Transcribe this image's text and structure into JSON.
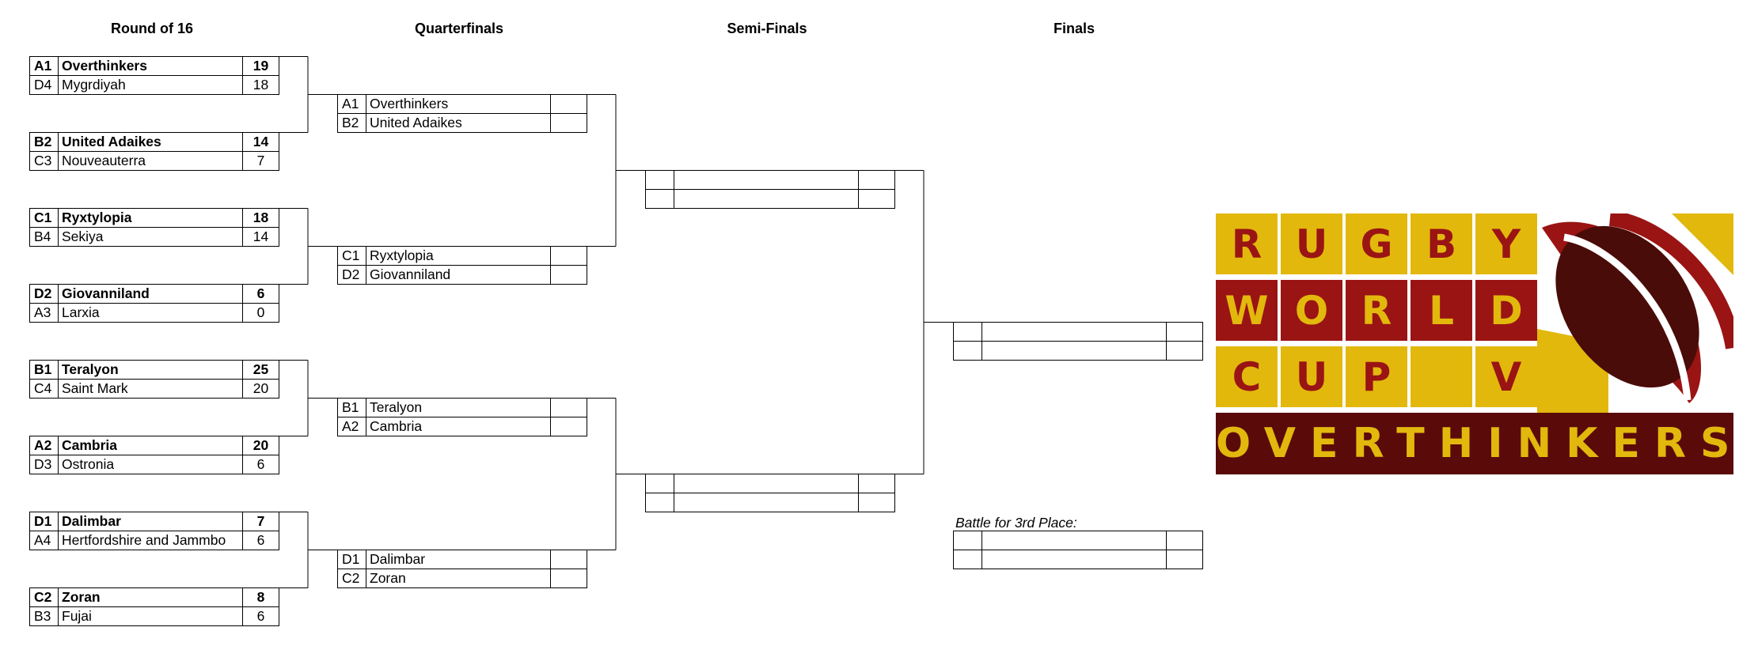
{
  "headers": {
    "r16": "Round of 16",
    "qf": "Quarterfinals",
    "sf": "Semi-Finals",
    "final": "Finals"
  },
  "round_of_16": [
    {
      "top": {
        "seed": "A1",
        "team": "Overthinkers",
        "score": "19"
      },
      "bottom": {
        "seed": "D4",
        "team": "Mygrdiyah",
        "score": "18"
      }
    },
    {
      "top": {
        "seed": "B2",
        "team": "United Adaikes",
        "score": "14"
      },
      "bottom": {
        "seed": "C3",
        "team": "Nouveauterra",
        "score": "7"
      }
    },
    {
      "top": {
        "seed": "C1",
        "team": "Ryxtylopia",
        "score": "18"
      },
      "bottom": {
        "seed": "B4",
        "team": "Sekiya",
        "score": "14"
      }
    },
    {
      "top": {
        "seed": "D2",
        "team": "Giovanniland",
        "score": "6"
      },
      "bottom": {
        "seed": "A3",
        "team": "Larxia",
        "score": "0"
      }
    },
    {
      "top": {
        "seed": "B1",
        "team": "Teralyon",
        "score": "25"
      },
      "bottom": {
        "seed": "C4",
        "team": "Saint Mark",
        "score": "20"
      }
    },
    {
      "top": {
        "seed": "A2",
        "team": "Cambria",
        "score": "20"
      },
      "bottom": {
        "seed": "D3",
        "team": "Ostronia",
        "score": "6"
      }
    },
    {
      "top": {
        "seed": "D1",
        "team": "Dalimbar",
        "score": "7"
      },
      "bottom": {
        "seed": "A4",
        "team": "Hertfordshire and Jammbo",
        "score": "6"
      }
    },
    {
      "top": {
        "seed": "C2",
        "team": "Zoran",
        "score": "8"
      },
      "bottom": {
        "seed": "B3",
        "team": "Fujai",
        "score": "6"
      }
    }
  ],
  "quarterfinals": [
    {
      "top": {
        "seed": "A1",
        "team": "Overthinkers",
        "score": ""
      },
      "bottom": {
        "seed": "B2",
        "team": "United Adaikes",
        "score": ""
      }
    },
    {
      "top": {
        "seed": "C1",
        "team": "Ryxtylopia",
        "score": ""
      },
      "bottom": {
        "seed": "D2",
        "team": "Giovanniland",
        "score": ""
      }
    },
    {
      "top": {
        "seed": "B1",
        "team": "Teralyon",
        "score": ""
      },
      "bottom": {
        "seed": "A2",
        "team": "Cambria",
        "score": ""
      }
    },
    {
      "top": {
        "seed": "D1",
        "team": "Dalimbar",
        "score": ""
      },
      "bottom": {
        "seed": "C2",
        "team": "Zoran",
        "score": ""
      }
    }
  ],
  "semifinals": [
    {
      "top": {
        "seed": "",
        "team": "",
        "score": ""
      },
      "bottom": {
        "seed": "",
        "team": "",
        "score": ""
      }
    },
    {
      "top": {
        "seed": "",
        "team": "",
        "score": ""
      },
      "bottom": {
        "seed": "",
        "team": "",
        "score": ""
      }
    }
  ],
  "final": {
    "top": {
      "seed": "",
      "team": "",
      "score": ""
    },
    "bottom": {
      "seed": "",
      "team": "",
      "score": ""
    }
  },
  "third_place": {
    "label": "Battle for 3rd Place:",
    "top": {
      "seed": "",
      "team": "",
      "score": ""
    },
    "bottom": {
      "seed": "",
      "team": "",
      "score": ""
    }
  },
  "logo": {
    "grid": [
      [
        "R",
        "U",
        "G",
        "B",
        "Y"
      ],
      [
        "W",
        "O",
        "R",
        "L",
        "D"
      ],
      [
        "C",
        "U",
        "P",
        "",
        "V"
      ]
    ],
    "banner": "OVERTHINKERS",
    "colors": {
      "gold": "#e2b80d",
      "red": "#9a1414",
      "dark": "#5b0a0a",
      "ball": "#4a0c08"
    }
  }
}
